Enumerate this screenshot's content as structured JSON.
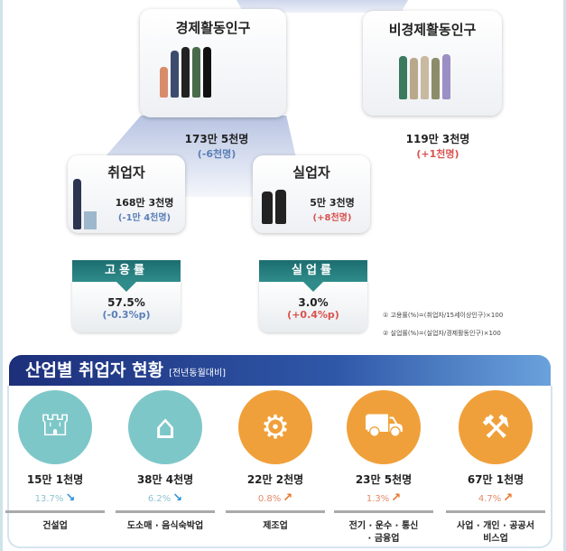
{
  "economically_active": {
    "title": "경제활동인구",
    "count": "173만 5천명",
    "change": "(-6천명)"
  },
  "economically_inactive": {
    "title": "비경제활동인구",
    "count": "119만 3천명",
    "change": "(+1천명)"
  },
  "employed": {
    "title": "취업자",
    "count": "168만 3천명",
    "change": "(-1만 4천명)"
  },
  "unemployed": {
    "title": "실업자",
    "count": "5만 3천명",
    "change": "(+8천명)"
  },
  "employment_rate": {
    "label": "고용률",
    "value": "57.5%",
    "change": "(-0.3%p)"
  },
  "unemployment_rate": {
    "label": "실업률",
    "value": "3.0%",
    "change": "(+0.4%p)"
  },
  "footnotes": [
    "① 고용률(%)=(취업자/15세이상인구)×100",
    "② 실업률(%)=(실업자/경제활동인구)×100"
  ],
  "section": {
    "title": "산업별 취업자 현황",
    "subtitle": "[전년동월대비]"
  },
  "industries": [
    {
      "count": "15만 1천명",
      "pct": "13.7%",
      "direction": "down",
      "label": "건설업",
      "icon": "crane-icon"
    },
    {
      "count": "38만 4천명",
      "pct": "6.2%",
      "direction": "down",
      "label": "도소매 · 음식숙박업",
      "icon": "store-icon"
    },
    {
      "count": "22만 2천명",
      "pct": "0.8%",
      "direction": "up",
      "label": "제조업",
      "icon": "gear-icon"
    },
    {
      "count": "23만 5천명",
      "pct": "1.3%",
      "direction": "up",
      "label": "전기 · 운수 · 통신 · 금융업",
      "icon": "truck-icon"
    },
    {
      "count": "67만 1천명",
      "pct": "4.7%",
      "direction": "up",
      "label": "사업 · 개인 · 공공서비스업",
      "icon": "tools-people-icon"
    }
  ],
  "colors": {
    "teal": "#7ec7c9",
    "orange": "#f0a03a",
    "negative": "#5a7fb8",
    "positive": "#d9534f"
  }
}
